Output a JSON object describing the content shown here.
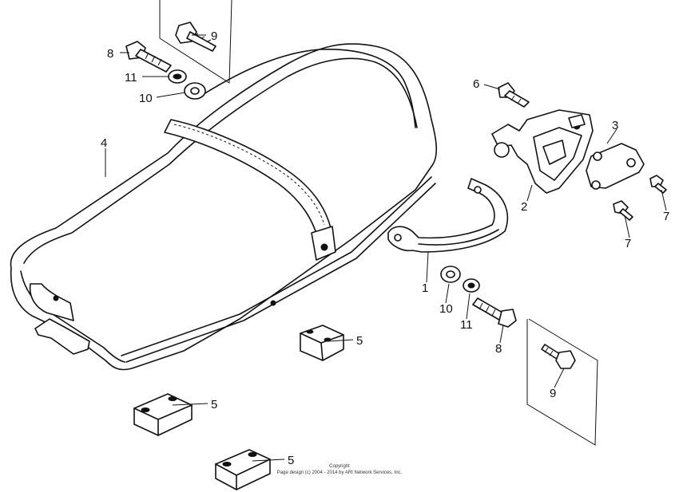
{
  "callouts": {
    "c1": "1",
    "c2": "2",
    "c3": "3",
    "c4": "4",
    "c5a": "5",
    "c5b": "5",
    "c5c": "5",
    "c6": "6",
    "c7a": "7",
    "c7b": "7",
    "c8a": "8",
    "c8b": "8",
    "c9a": "9",
    "c9b": "9",
    "c10a": "10",
    "c10b": "10",
    "c11a": "11",
    "c11b": "11"
  },
  "copyright": {
    "line1": "Copyright",
    "line2": "Page design (c) 2004 - 2014 by ARI Network Services, Inc."
  },
  "colors": {
    "ink": "#111111",
    "paper": "#ffffff"
  }
}
